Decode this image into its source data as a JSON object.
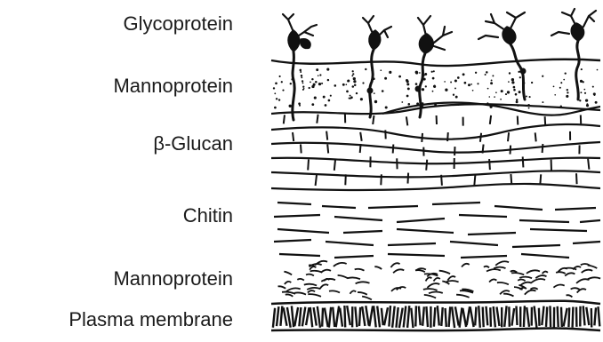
{
  "layers": [
    {
      "label": "Glycoprotein"
    },
    {
      "label": "Mannoprotein"
    },
    {
      "label": "β-Glucan"
    },
    {
      "label": "Chitin"
    },
    {
      "label": "Mannoprotein"
    },
    {
      "label": "Plasma membrane"
    }
  ]
}
